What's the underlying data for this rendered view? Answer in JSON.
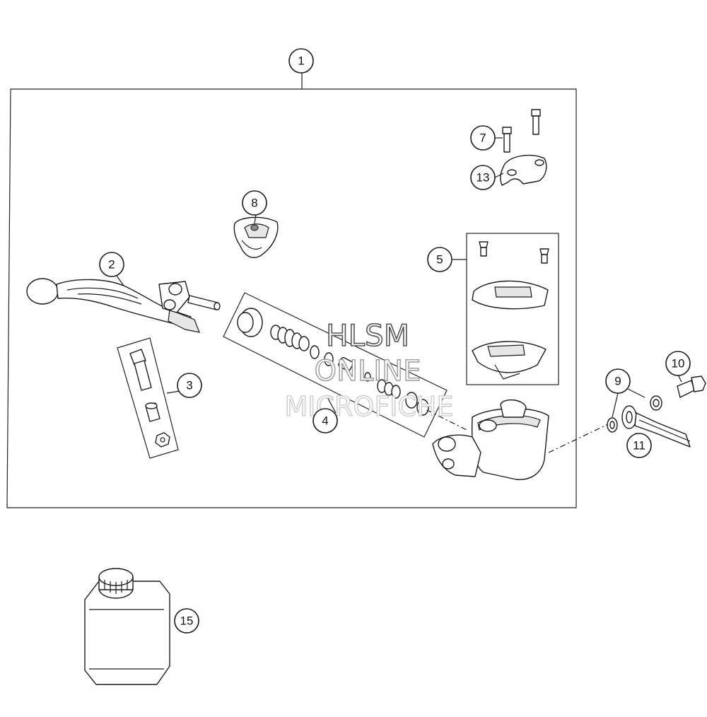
{
  "callouts": {
    "c1": "1",
    "c2": "2",
    "c3": "3",
    "c4": "4",
    "c5": "5",
    "c7": "7",
    "c8": "8",
    "c9": "9",
    "c10": "10",
    "c11": "11",
    "c13": "13",
    "c15": "15"
  },
  "watermark": {
    "line1": "HLSM",
    "line2": "ONLINE",
    "line3": "MICROFICHE"
  }
}
